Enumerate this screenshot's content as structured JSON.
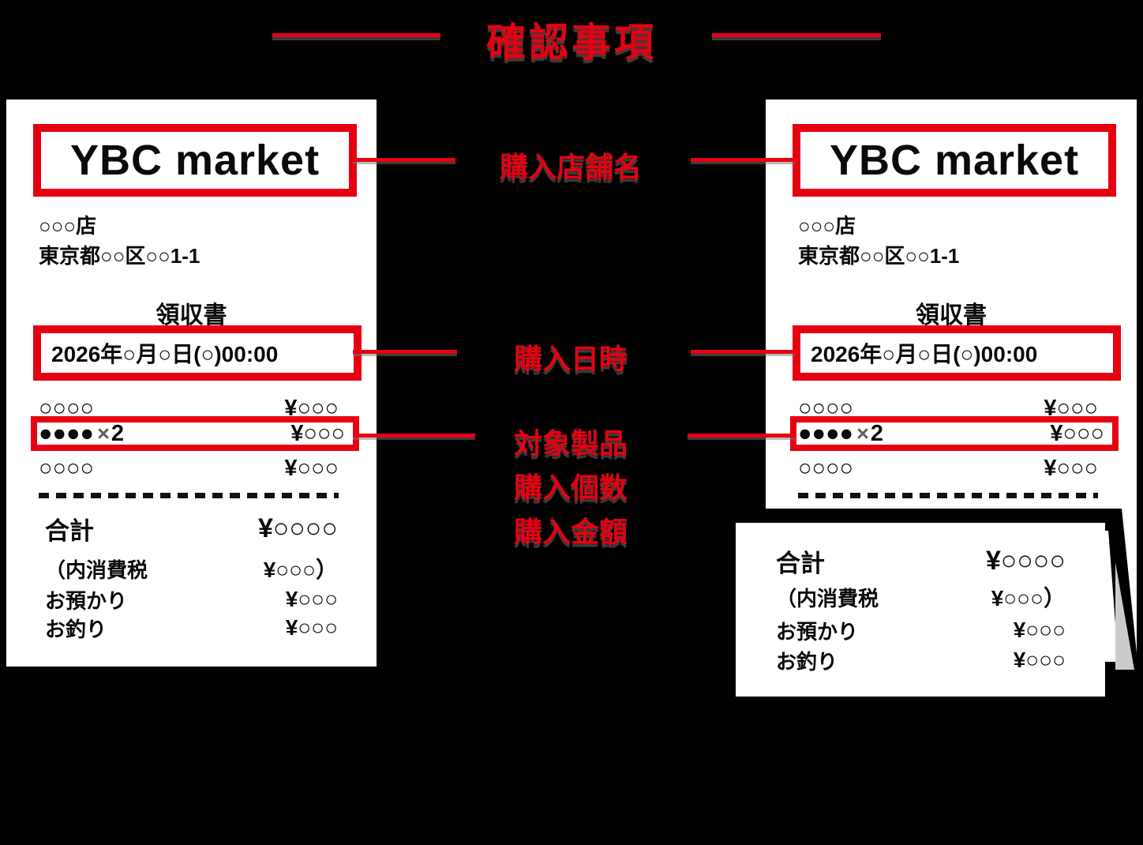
{
  "title": {
    "text": "確認事項"
  },
  "annotations": {
    "store_label": "購入店舗名",
    "datetime_label": "購入日時",
    "product_labels": [
      "対象製品",
      "購入個数",
      "購入金額"
    ]
  },
  "receipt": {
    "store_name": "YBC market",
    "branch": "○○○店",
    "address": "東京都○○区○○1-1",
    "doc_title": "領収書",
    "datetime": "2026年○月○日(○)00:00",
    "items": [
      {
        "name": "○○○○",
        "price": "¥○○○"
      },
      {
        "name": "●●●●",
        "qty_mark": "×",
        "qty": "2",
        "price": "¥○○○"
      },
      {
        "name": "○○○○",
        "price": "¥○○○"
      }
    ],
    "total_label": "合計",
    "total_value": "¥○○○○",
    "summary": [
      {
        "label": "（内消費税",
        "value": "¥○○○）"
      },
      {
        "label": "お預かり",
        "value": "¥○○○"
      },
      {
        "label": "お釣り",
        "value": "¥○○○"
      }
    ]
  },
  "colors": {
    "accent_red": "#e50012",
    "fold_gray": "#cbcbcb",
    "background": "#000000"
  }
}
